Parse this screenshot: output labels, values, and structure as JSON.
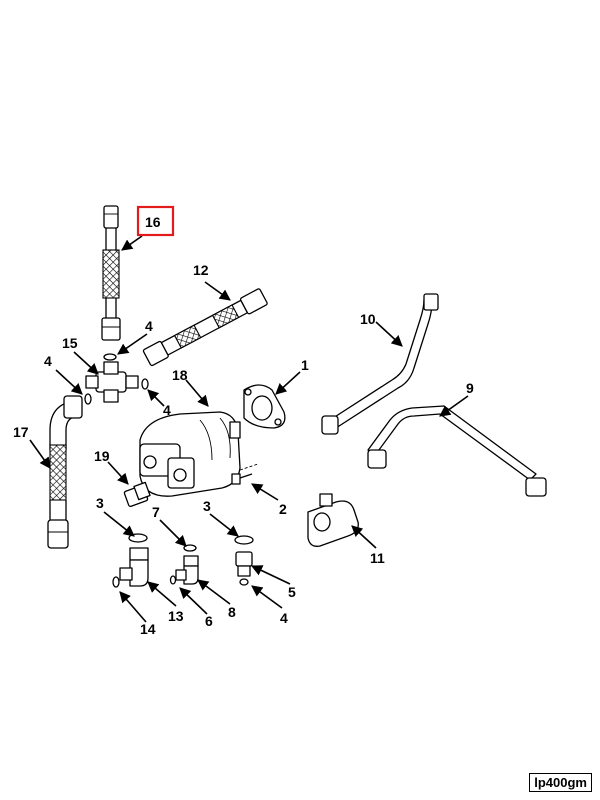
{
  "diagram": {
    "highlight_callout": "16",
    "reference_id": "lp400gm",
    "callouts": {
      "c1": "1",
      "c2": "2",
      "c3a": "3",
      "c3b": "3",
      "c4a": "4",
      "c4b": "4",
      "c4c": "4",
      "c4d": "4",
      "c5": "5",
      "c6": "6",
      "c7": "7",
      "c8": "8",
      "c9": "9",
      "c10": "10",
      "c11": "11",
      "c12": "12",
      "c13": "13",
      "c14": "14",
      "c15": "15",
      "c16": "16",
      "c17": "17",
      "c18": "18",
      "c19": "19"
    }
  }
}
